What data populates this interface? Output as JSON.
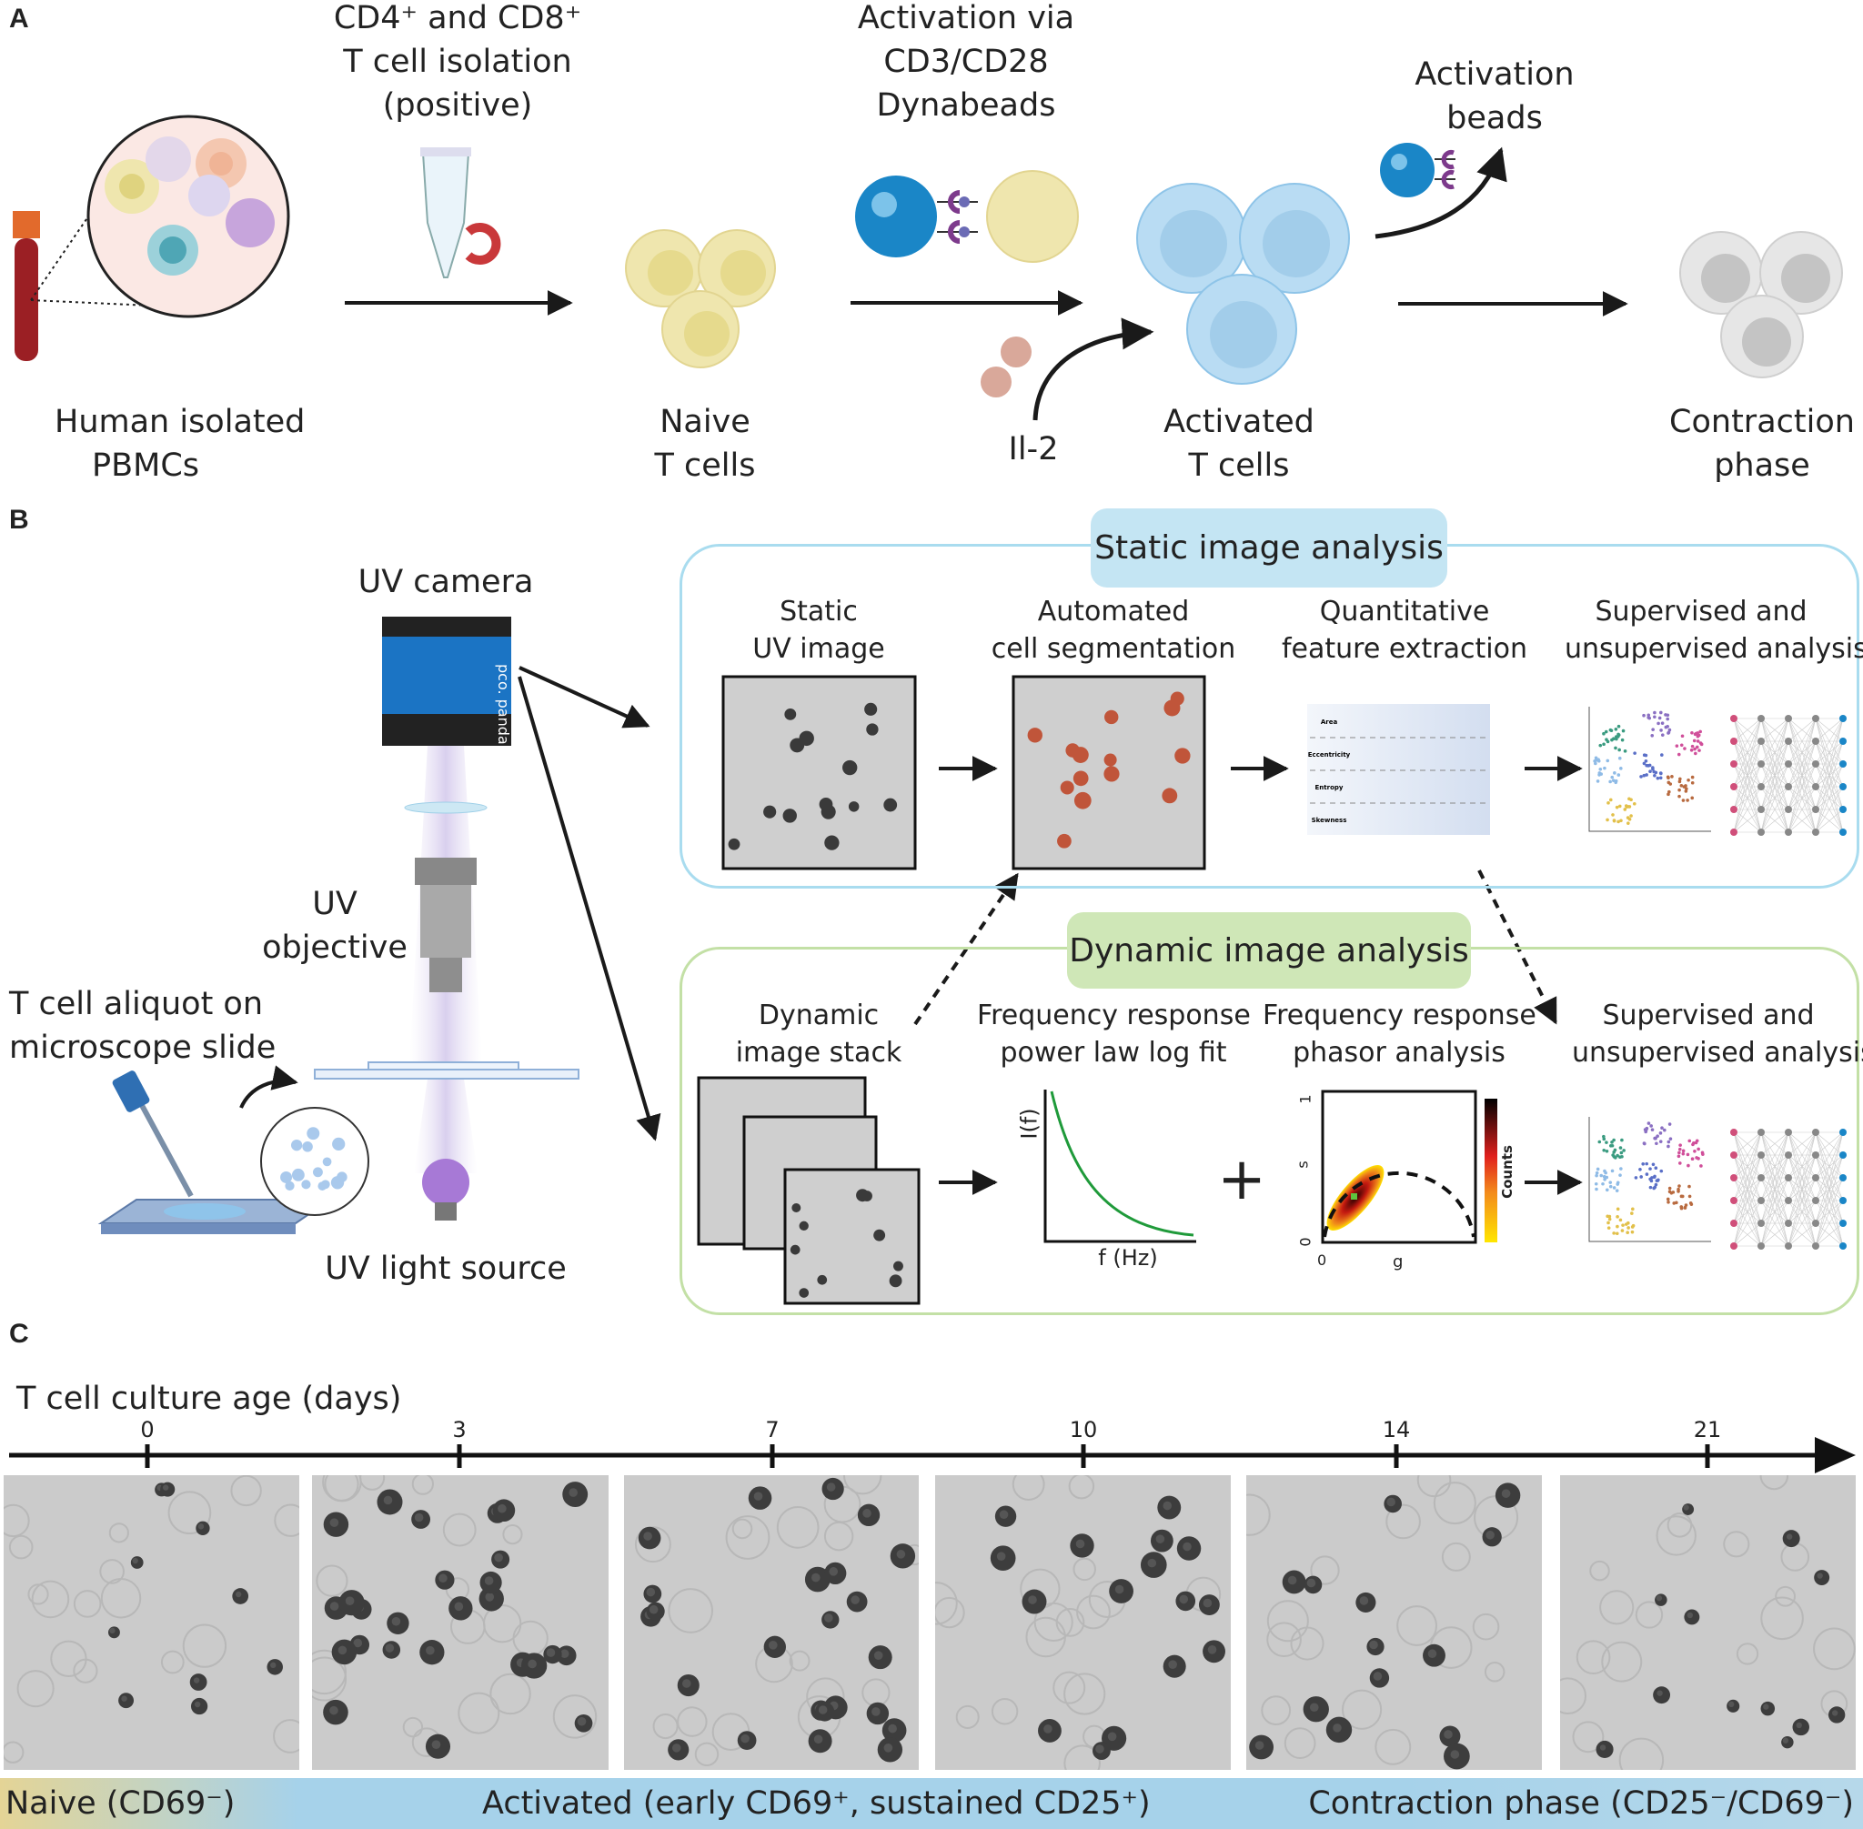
{
  "panels": {
    "a": "A",
    "b": "B",
    "c": "C"
  },
  "panel_a": {
    "pbmc_label": [
      "Human isolated",
      "PBMCs"
    ],
    "isolation_label": [
      "CD4⁺ and CD8⁺",
      "T cell isolation",
      "(positive)"
    ],
    "naive_label": [
      "Naive",
      "T cells"
    ],
    "activation_label": [
      "Activation via",
      "CD3/CD28",
      "Dynabeads"
    ],
    "il2_label": "Il-2",
    "activated_label": [
      "Activated",
      "T cells"
    ],
    "beads_label": [
      "Activation",
      "beads"
    ],
    "contraction_label": [
      "Contraction",
      "phase"
    ]
  },
  "panel_b": {
    "camera_label": "UV camera",
    "camera_brand": "pco. panda",
    "objective_label": [
      "UV",
      "objective"
    ],
    "aliquot_label": [
      "T cell aliquot on",
      "microscope slide"
    ],
    "light_label": "UV light source",
    "static": {
      "title": "Static image analysis",
      "columns": [
        [
          "Static",
          "UV image"
        ],
        [
          "Automated",
          "cell segmentation"
        ],
        [
          "Quantitative",
          "feature extraction"
        ],
        [
          "Supervised and",
          "unsupervised analysis"
        ]
      ],
      "features": [
        "Area",
        "Eccentricity",
        "Entropy",
        "Skewness"
      ]
    },
    "dynamic": {
      "title": "Dynamic image analysis",
      "columns": [
        [
          "Dynamic",
          "image stack"
        ],
        [
          "Frequency response",
          "power law log fit"
        ],
        [
          "Frequency response",
          "phasor analysis"
        ],
        [
          "Supervised and",
          "unsupervised analysis"
        ]
      ],
      "powerlaw": {
        "ylabel": "I(f)",
        "xlabel": "f (Hz)"
      },
      "phasor": {
        "ylabel": "s",
        "xlabel": "g",
        "y0": "0",
        "y1": "1",
        "x0": "0",
        "colorbar_label": "Counts"
      },
      "plus": "+"
    }
  },
  "panel_c": {
    "axis_label": "T cell culture age (days)",
    "days": [
      "0",
      "3",
      "7",
      "10",
      "14",
      "21"
    ],
    "phases": {
      "naive": "Naive (CD69⁻)",
      "activated": "Activated (early CD69⁺, sustained CD25⁺)",
      "contraction": "Contraction phase (CD25⁻/CD69⁻)"
    },
    "colors": {
      "naive": "#e4d496",
      "activated": "#a6d2ea",
      "contraction": "#b6d8ea"
    }
  },
  "colors": {
    "static_box": "#a9dcef",
    "static_pill": "#c4e5f3",
    "dynamic_box": "#c3e0a6",
    "dynamic_pill": "#cfe7b7",
    "naive_cell": "#efe6ae",
    "activated_cell": "#b9dcf3",
    "contraction_cell": "#dcdcdc",
    "bead": "#1a86c7"
  }
}
